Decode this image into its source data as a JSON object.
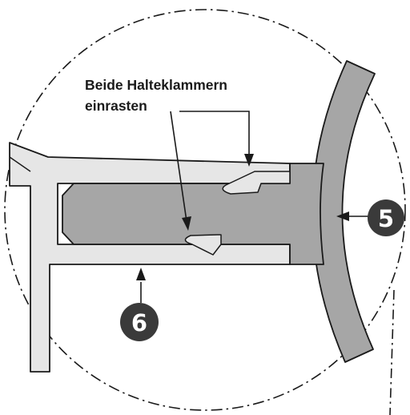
{
  "callout": {
    "line1": "Beide Halteklammern",
    "line2": "einrasten"
  },
  "badges": {
    "five": "5",
    "six": "6"
  },
  "colors": {
    "light_part": "#e6e6e6",
    "dark_part": "#a6a6a6",
    "badge": "#3a3a3a",
    "outline": "#1a1a1a"
  }
}
